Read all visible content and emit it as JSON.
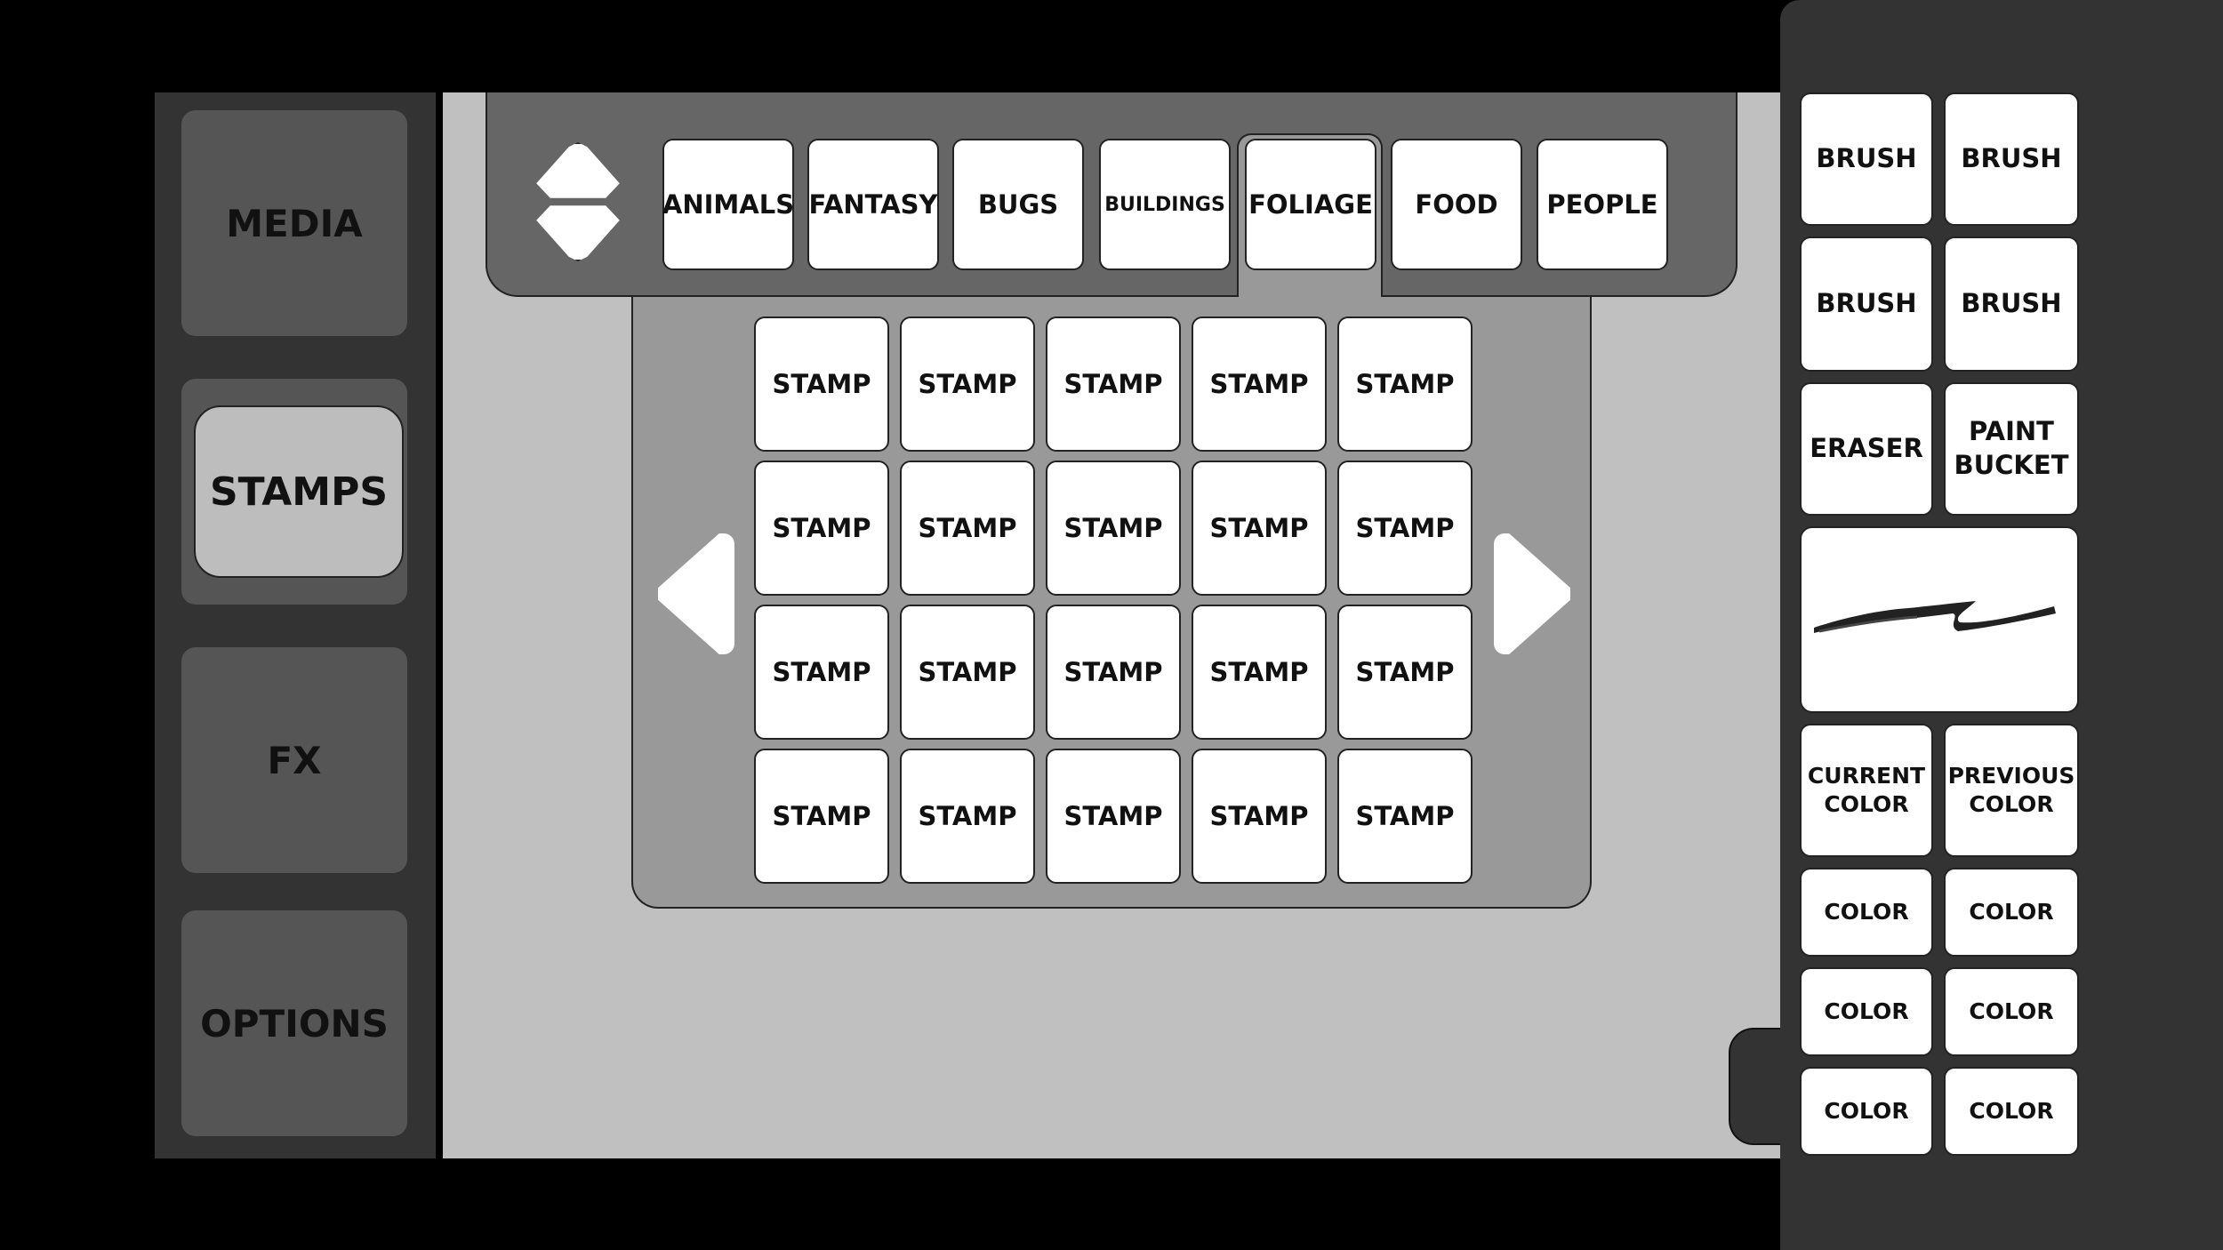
{
  "nav": {
    "media": "MEDIA",
    "stamps": "STAMPS",
    "fx": "FX",
    "options": "OPTIONS"
  },
  "categories": [
    "ANIMALS",
    "FANTASY",
    "BUGS",
    "BUILDINGS",
    "FOLIAGE",
    "FOOD",
    "PEOPLE"
  ],
  "stamps": {
    "label": "STAMP",
    "rows": [
      [
        "STAMP",
        "STAMP",
        "STAMP",
        "STAMP",
        "STAMP"
      ],
      [
        "STAMP",
        "STAMP",
        "STAMP",
        "STAMP",
        "STAMP"
      ],
      [
        "STAMP",
        "STAMP",
        "STAMP",
        "STAMP",
        "STAMP"
      ],
      [
        "STAMP",
        "STAMP",
        "STAMP",
        "STAMP",
        "STAMP"
      ]
    ]
  },
  "tools": {
    "brush_1": "BRUSH",
    "brush_2": "BRUSH",
    "brush_3": "BRUSH",
    "brush_4": "BRUSH",
    "eraser": "ERASER",
    "paint_bucket_line1": "PAINT",
    "paint_bucket_line2": "BUCKET",
    "current_color_line1": "CURRENT",
    "current_color_line2": "COLOR",
    "previous_color_line1": "PREVIOUS",
    "previous_color_line2": "COLOR",
    "colors": [
      "COLOR",
      "COLOR",
      "COLOR",
      "COLOR",
      "COLOR",
      "COLOR"
    ]
  },
  "icons": {
    "category_scroll_up": "chevron-up-icon",
    "category_scroll_down": "chevron-down-icon",
    "page_prev": "chevron-left-icon",
    "page_next": "chevron-right-icon"
  }
}
